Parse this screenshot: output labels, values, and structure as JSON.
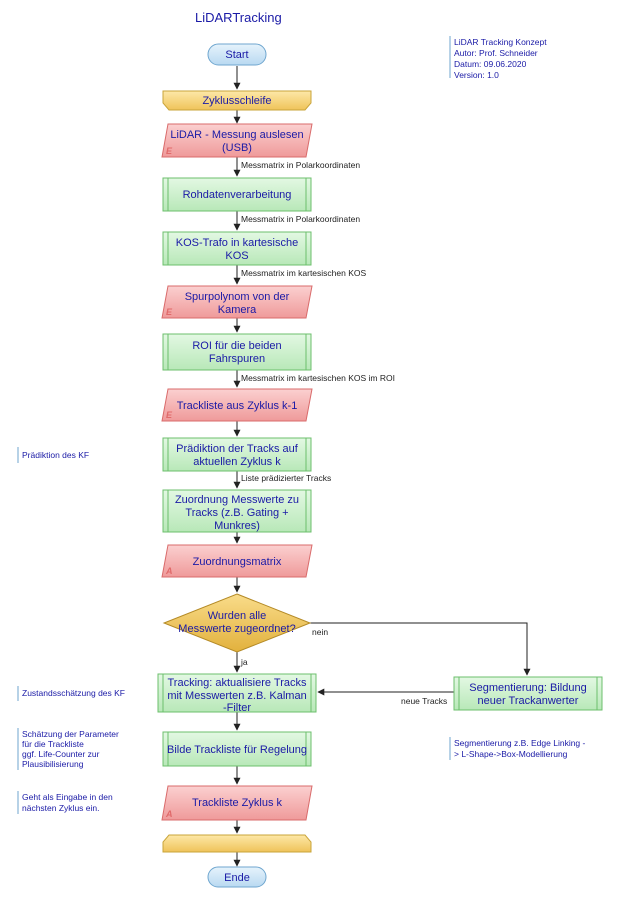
{
  "colors": {
    "process_fill": "#c9f0c9",
    "process_stroke": "#6cbf6c",
    "io_fill": "#f4a9a9",
    "io_stroke": "#d96b6b",
    "loop_fill": "#f4d57a",
    "loop_stroke": "#c9a43a",
    "terminal_fill": "#cfe6f7",
    "terminal_stroke": "#6fa6cf",
    "decision_fill": "#f0c75a",
    "decision_stroke": "#b48a26",
    "text": "#1a1aa6",
    "line": "#222222"
  },
  "title": "LiDARTracking",
  "info": [
    "LiDAR Tracking Konzept",
    "Autor: Prof. Schneider",
    "Datum: 09.06.2020",
    "Version: 1.0"
  ],
  "nodes": {
    "start": "Start",
    "loop": "Zyklusschleife",
    "read": [
      "LiDAR - Messung auslesen",
      "(USB)"
    ],
    "raw": [
      "Rohdatenverarbeitung"
    ],
    "kos": [
      "KOS-Trafo in kartesische",
      "KOS"
    ],
    "poly": [
      "Spurpolynom von der",
      "Kamera"
    ],
    "roi": [
      "ROI für die beiden",
      "Fahrspuren"
    ],
    "tracklist_prev": [
      "Trackliste aus Zyklus k-1"
    ],
    "predict": [
      "Prädiktion der Tracks auf",
      "aktuellen Zyklus k"
    ],
    "assign": [
      "Zuordnung Messwerte zu",
      "Tracks (z.B. Gating +",
      "Munkres)"
    ],
    "matrix": [
      "Zuordnungsmatrix"
    ],
    "decision": [
      "Wurden alle",
      "Messwerte zugeordnet?"
    ],
    "update": [
      "Tracking: aktualisiere Tracks",
      "mit Messwerten z.B. Kalman",
      "-Filter"
    ],
    "segment": [
      "Segmentierung: Bildung",
      "neuer Trackanwerter"
    ],
    "build": [
      "Bilde Trackliste für Regelung"
    ],
    "tracklist_k": [
      "Trackliste Zyklus k"
    ],
    "end": "Ende"
  },
  "markers": {
    "input": "E",
    "output": "A"
  },
  "edge_labels": {
    "e1": "Messmatrix in Polarkoordinaten",
    "e2": "Messmatrix in Polarkoordinaten",
    "e3": "Messmatrix im kartesischen KOS",
    "e4": "Messmatrix im kartesischen KOS im ROI",
    "e5": "Liste prädizierter Tracks",
    "no": "nein",
    "yes": "ja",
    "new_tracks": "neue Tracks"
  },
  "notes": {
    "pred": [
      "Prädiktion des KF"
    ],
    "state": [
      "Zustandsschätzung des KF"
    ],
    "params": [
      "Schätzung der Parameter",
      "für die Trackliste",
      "ggf. Life-Counter zur",
      "Plausibilisierung"
    ],
    "next": [
      "Geht als Eingabe in den",
      "nächsten Zyklus ein."
    ],
    "seg": [
      "Segmentierung z.B. Edge Linking -",
      "> L-Shape->Box-Modellierung"
    ]
  }
}
